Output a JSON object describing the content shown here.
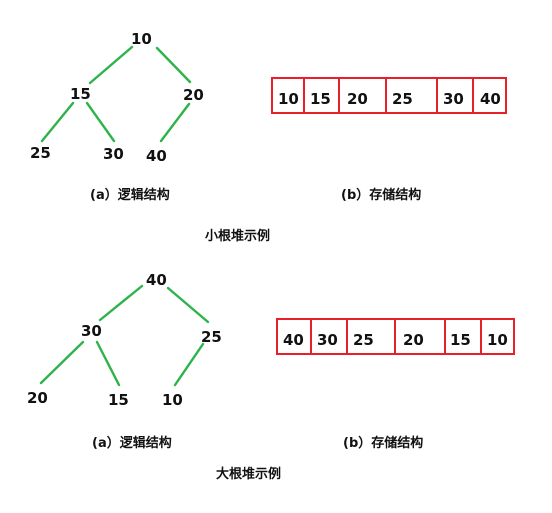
{
  "colors": {
    "edge": "#2eb34a",
    "cell_border": "#e8202a",
    "text": "#111111"
  },
  "min_heap": {
    "title": "小根堆示例",
    "logic_caption": "(a）逻辑结构",
    "storage_caption": "(b）存储结构",
    "nodes": [
      "10",
      "15",
      "20",
      "25",
      "30",
      "40"
    ],
    "edges": [
      [
        0,
        1
      ],
      [
        0,
        2
      ],
      [
        1,
        3
      ],
      [
        1,
        4
      ],
      [
        2,
        5
      ]
    ],
    "array": [
      "10",
      "15",
      "20",
      "25",
      "30",
      "40"
    ]
  },
  "max_heap": {
    "title": "大根堆示例",
    "logic_caption": "(a）逻辑结构",
    "storage_caption": "(b）存储结构",
    "nodes": [
      "40",
      "30",
      "25",
      "20",
      "15",
      "10"
    ],
    "edges": [
      [
        0,
        1
      ],
      [
        0,
        2
      ],
      [
        1,
        3
      ],
      [
        1,
        4
      ],
      [
        2,
        5
      ]
    ],
    "array": [
      "40",
      "30",
      "25",
      "20",
      "15",
      "10"
    ]
  }
}
